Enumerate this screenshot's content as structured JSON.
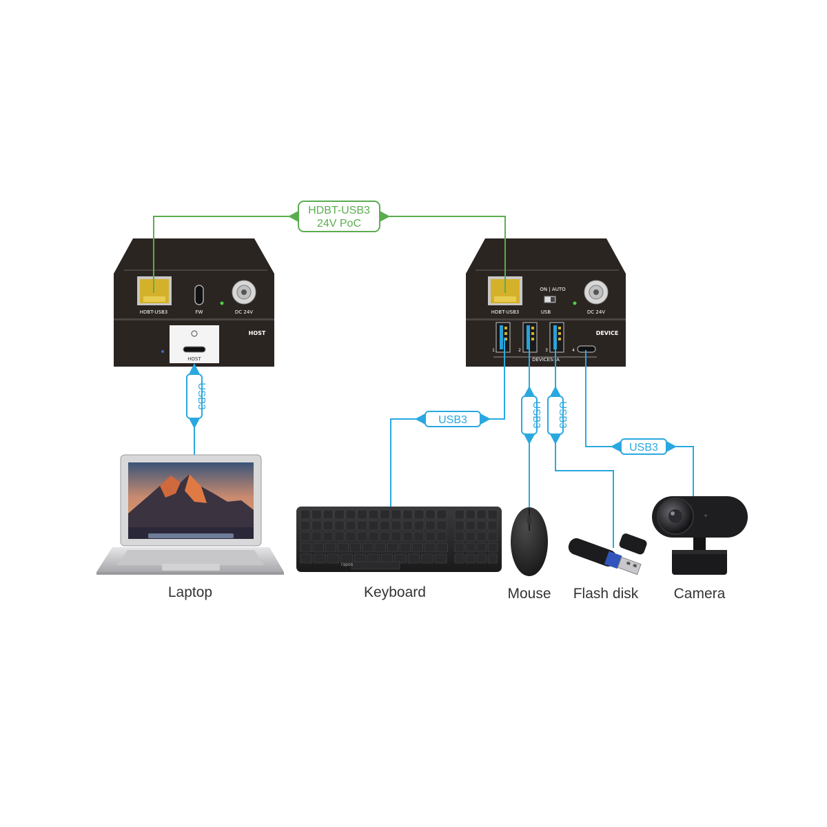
{
  "colors": {
    "hdbt_link": "#5aad4e",
    "usb_link": "#29a8e0",
    "unit_body": "#2b2522",
    "unit_face": "#231f1e"
  },
  "links": {
    "hdbt": {
      "line1": "HDBT-USB3",
      "line2": "24V PoC"
    },
    "usb_host": "USB3",
    "usb_keyboard": "USB3",
    "usb_mouse": "USB3",
    "usb_flash": "USB3",
    "usb_camera": "USB3"
  },
  "host_unit": {
    "port_rj45": "HDBT-USB3",
    "port_fw": "FW",
    "port_dc": "DC 24V",
    "side_label": "HOST",
    "host_port": "HOST"
  },
  "device_unit": {
    "port_rj45": "HDBT-USB3",
    "switch_label": "ON | AUTO",
    "usb_switch": "USB",
    "port_dc": "DC 24V",
    "side_label": "DEVICE",
    "ports_label": "DEVICES: A",
    "port_numbers": [
      "1",
      "2",
      "3",
      "4"
    ]
  },
  "devices": {
    "laptop": "Laptop",
    "keyboard": "Keyboard",
    "mouse": "Mouse",
    "flash": "Flash disk",
    "camera": "Camera"
  }
}
